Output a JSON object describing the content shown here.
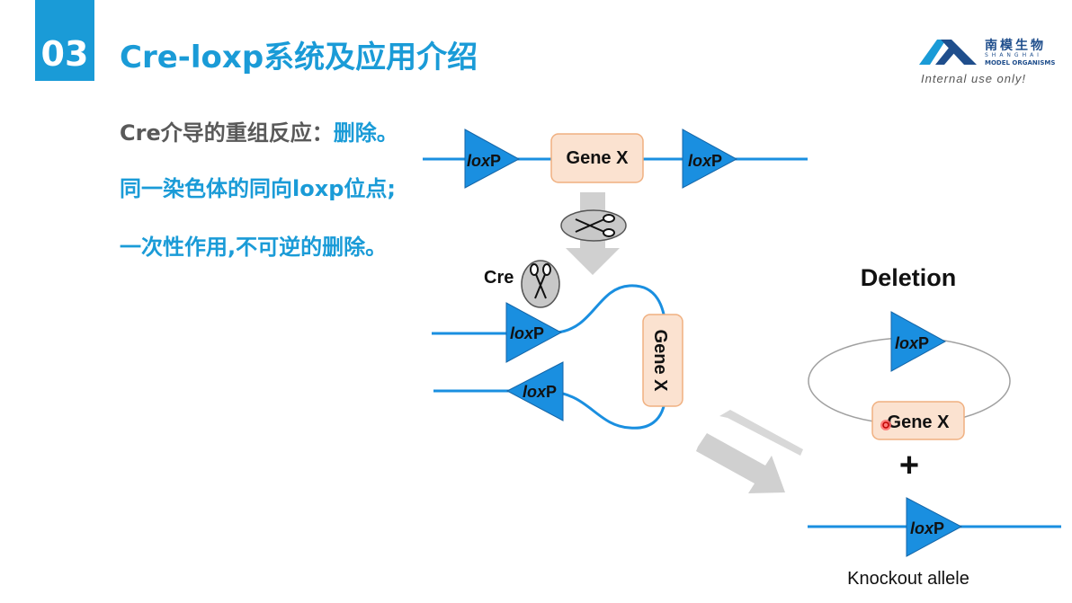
{
  "slide": {
    "number": "03",
    "title": "Cre-loxp系统及应用介绍"
  },
  "logo": {
    "cn": "南模生物",
    "en_line1": "SHANGHAI",
    "en_line2": "MODEL ORGANISMS",
    "note": "Internal use only!"
  },
  "bullets": {
    "line1_prefix": "Cre介导的重组反应：",
    "line1_highlight": "删除。",
    "line2": "同一染色体的同向loxp位点;",
    "line3": "一次性作用,不可逆的删除。"
  },
  "diagram": {
    "gene_label": "Gene X",
    "loxp_italic": "lox",
    "loxp_suffix": "P",
    "cre_label": "Cre",
    "deletion_title": "Deletion",
    "plus": "+",
    "knockout_label": "Knockout allele"
  },
  "colors": {
    "accent_blue": "#1a9bd7",
    "loxp_fill": "#1a8fe0",
    "gene_box_fill": "#fbe2d0",
    "gene_box_stroke": "#f0b080",
    "text_gray": "#595959"
  }
}
